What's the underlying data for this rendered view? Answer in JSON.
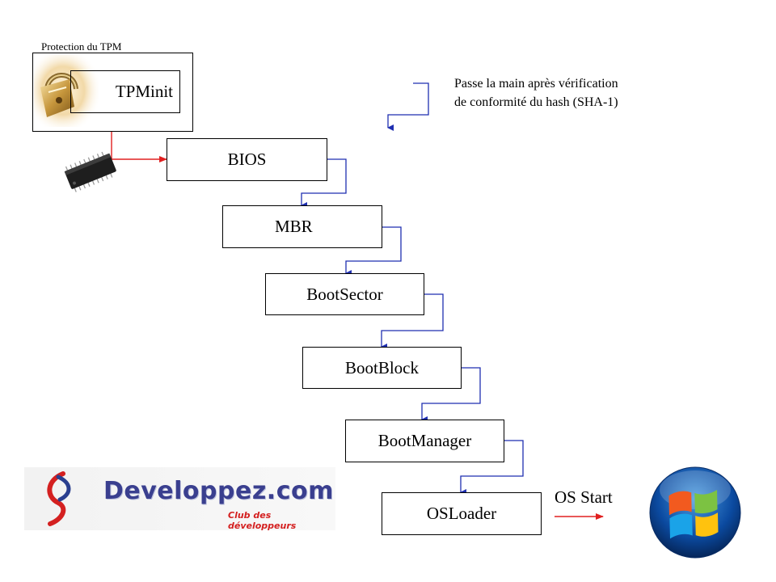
{
  "tpm": {
    "caption": "Protection du TPM",
    "label": "TPMinit",
    "image_icon": "padlock-image",
    "chip_icon": "tpm-chip-image"
  },
  "legend": {
    "line1": "Passe la main après vérification",
    "line2": "de conformité du hash (SHA-1)"
  },
  "chain": [
    {
      "label": "BIOS"
    },
    {
      "label": "MBR"
    },
    {
      "label": "BootSector"
    },
    {
      "label": "BootBlock"
    },
    {
      "label": "BootManager"
    },
    {
      "label": "OSLoader"
    }
  ],
  "os_start": {
    "label": "OS Start",
    "icon": "windows-logo-icon"
  },
  "logo": {
    "name": "Developpez.com",
    "tagline": "Club des développeurs"
  },
  "colors": {
    "chain_arrow": "#1f2fb0",
    "tpm_arrow": "#e02020"
  }
}
